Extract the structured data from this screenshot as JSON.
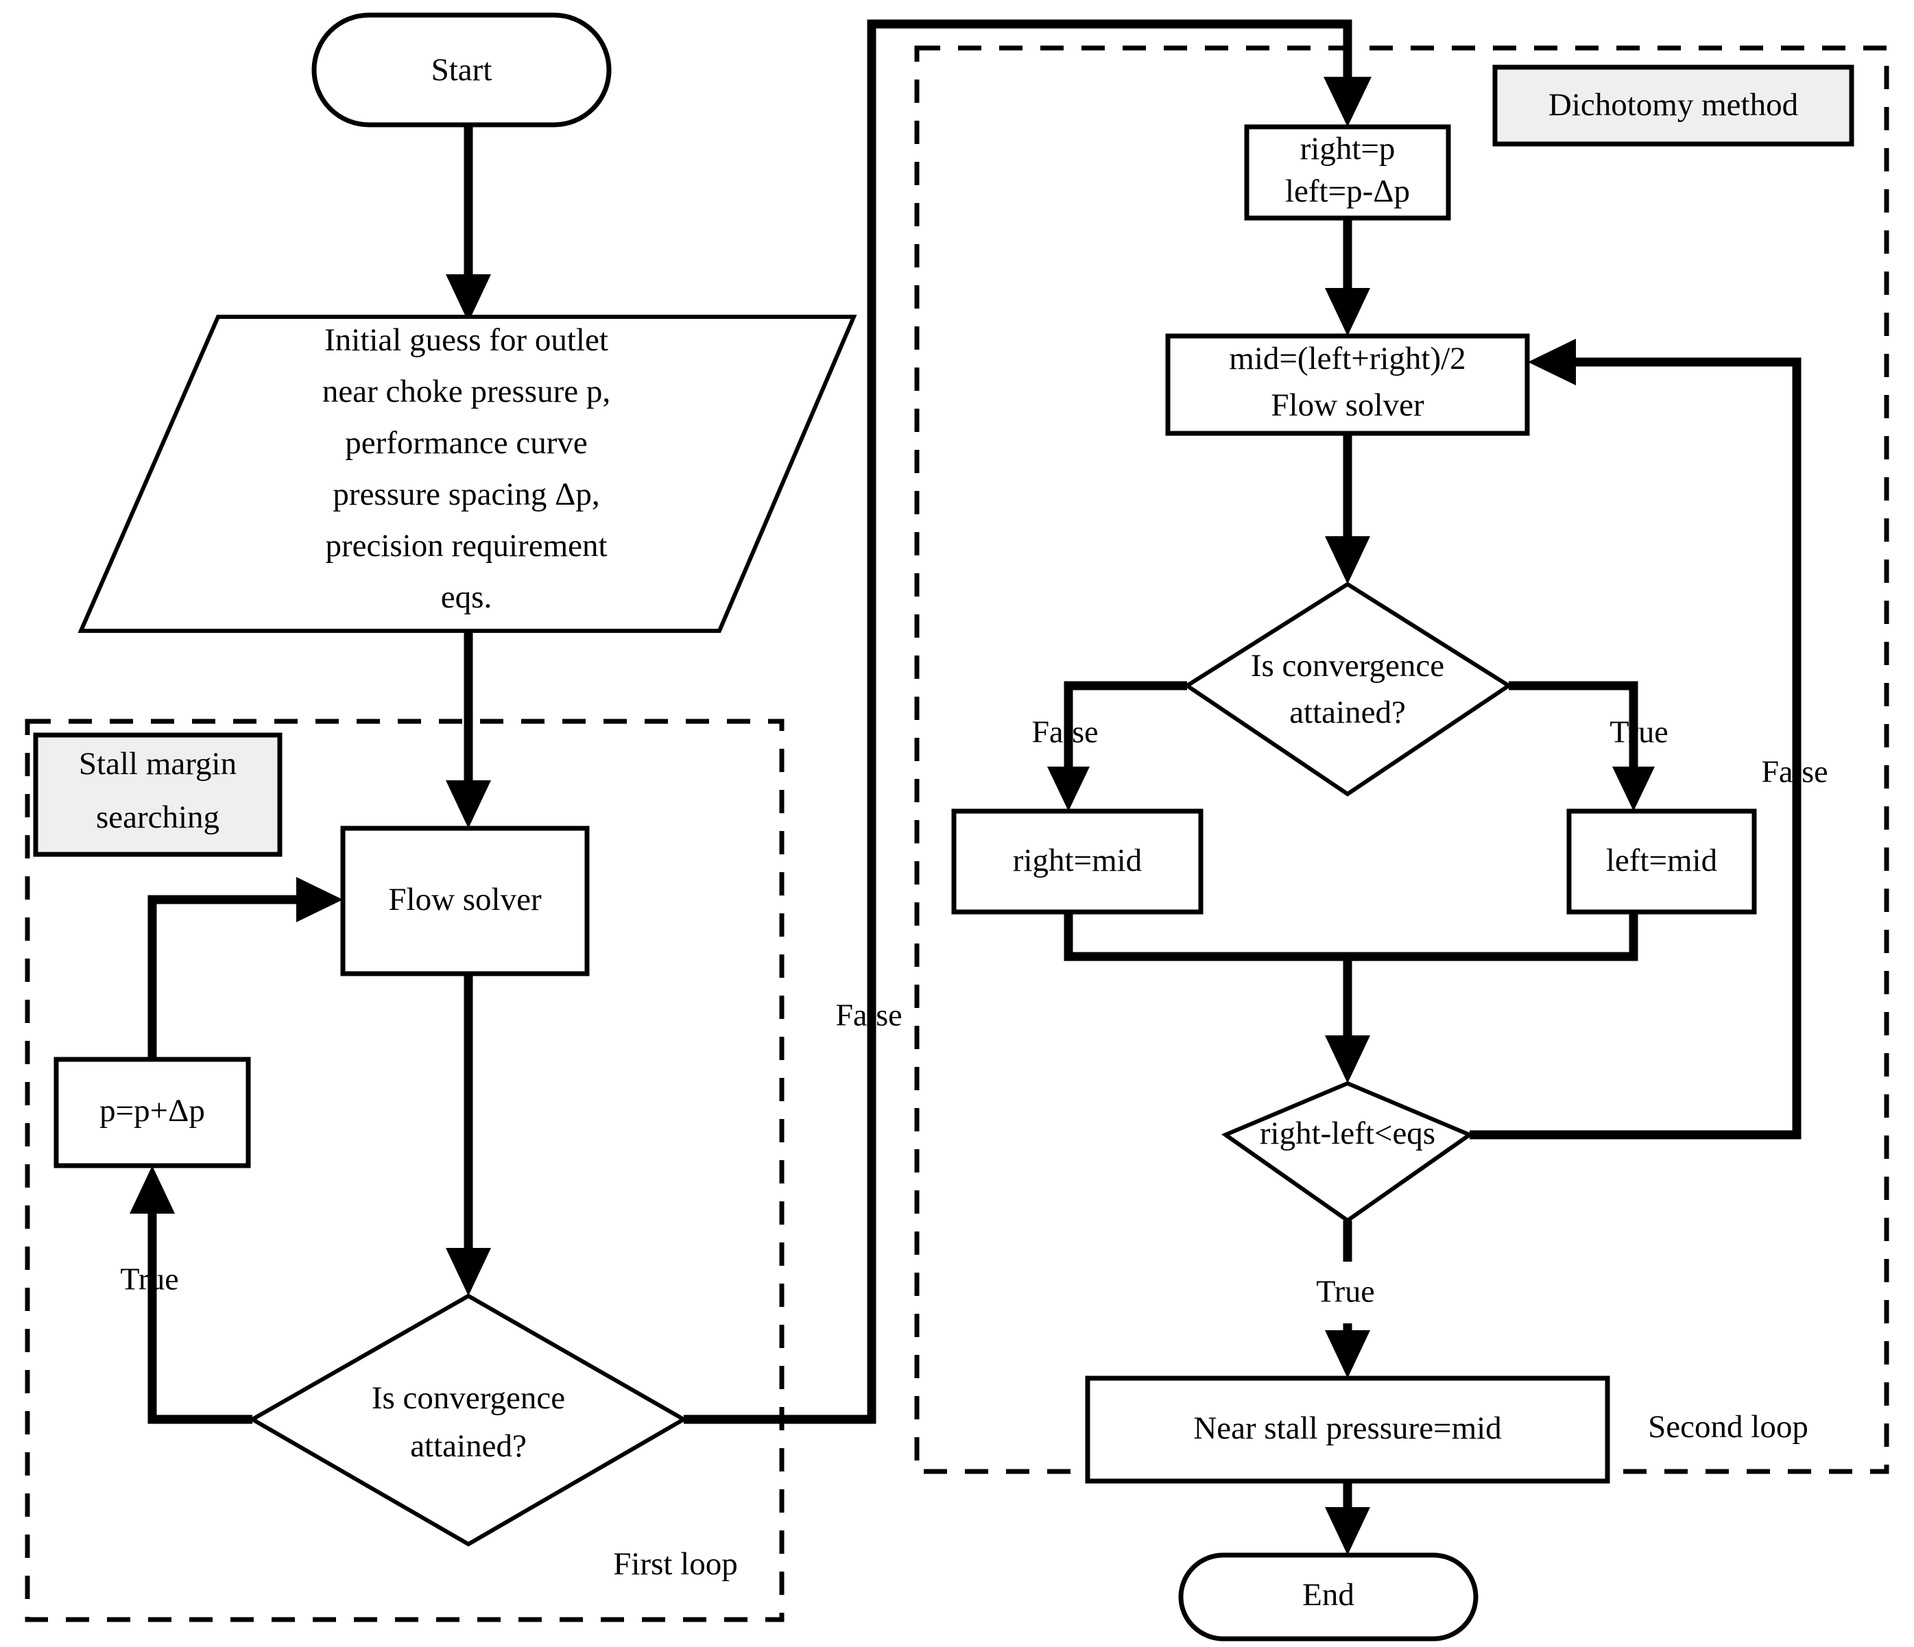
{
  "diagram": {
    "title": "Stall margin searching and dichotomy method flowchart",
    "background": "#ffffff",
    "line_color": "#000000",
    "group_label_fill": "#efefef"
  },
  "nodes": {
    "start": {
      "label": "Start",
      "shape": "terminator"
    },
    "input": {
      "shape": "parallelogram",
      "line1": "Initial guess for outlet",
      "line2": "near choke pressure p,",
      "line3": "performance curve",
      "line4": "pressure spacing Δp,",
      "line5": "precision requirement",
      "line6": "eqs."
    },
    "flow_solver_1": {
      "label": "Flow solver",
      "shape": "process"
    },
    "p_increment": {
      "label": "p=p+Δp",
      "shape": "process"
    },
    "decision_1": {
      "line1": "Is  convergence",
      "line2": "attained?",
      "shape": "decision"
    },
    "init_bounds": {
      "line1": "right=p",
      "line2": "left=p-Δp",
      "shape": "process"
    },
    "mid_solver": {
      "line1": "mid=(left+right)/2",
      "line2": "Flow solver",
      "shape": "process"
    },
    "decision_2": {
      "line1": "Is  convergence",
      "line2": "attained?",
      "shape": "decision"
    },
    "right_mid": {
      "label": "right=mid",
      "shape": "process"
    },
    "left_mid": {
      "label": "left=mid",
      "shape": "process"
    },
    "decision_3": {
      "label": "right-left<eqs",
      "shape": "decision"
    },
    "near_stall": {
      "label": "Near stall pressure=mid",
      "shape": "process"
    },
    "end": {
      "label": "End",
      "shape": "terminator"
    }
  },
  "edge_labels": {
    "loop1_true": "True",
    "loop1_false": "False",
    "conv2_false": "False",
    "conv2_true": "True",
    "eqs_false": "False",
    "eqs_true": "True"
  },
  "groups": {
    "stall_margin": {
      "tag": "Stall margin",
      "tag_line2": "searching",
      "corner_label": "First loop"
    },
    "dichotomy": {
      "tag": "Dichotomy method",
      "corner_label": "Second loop"
    }
  }
}
